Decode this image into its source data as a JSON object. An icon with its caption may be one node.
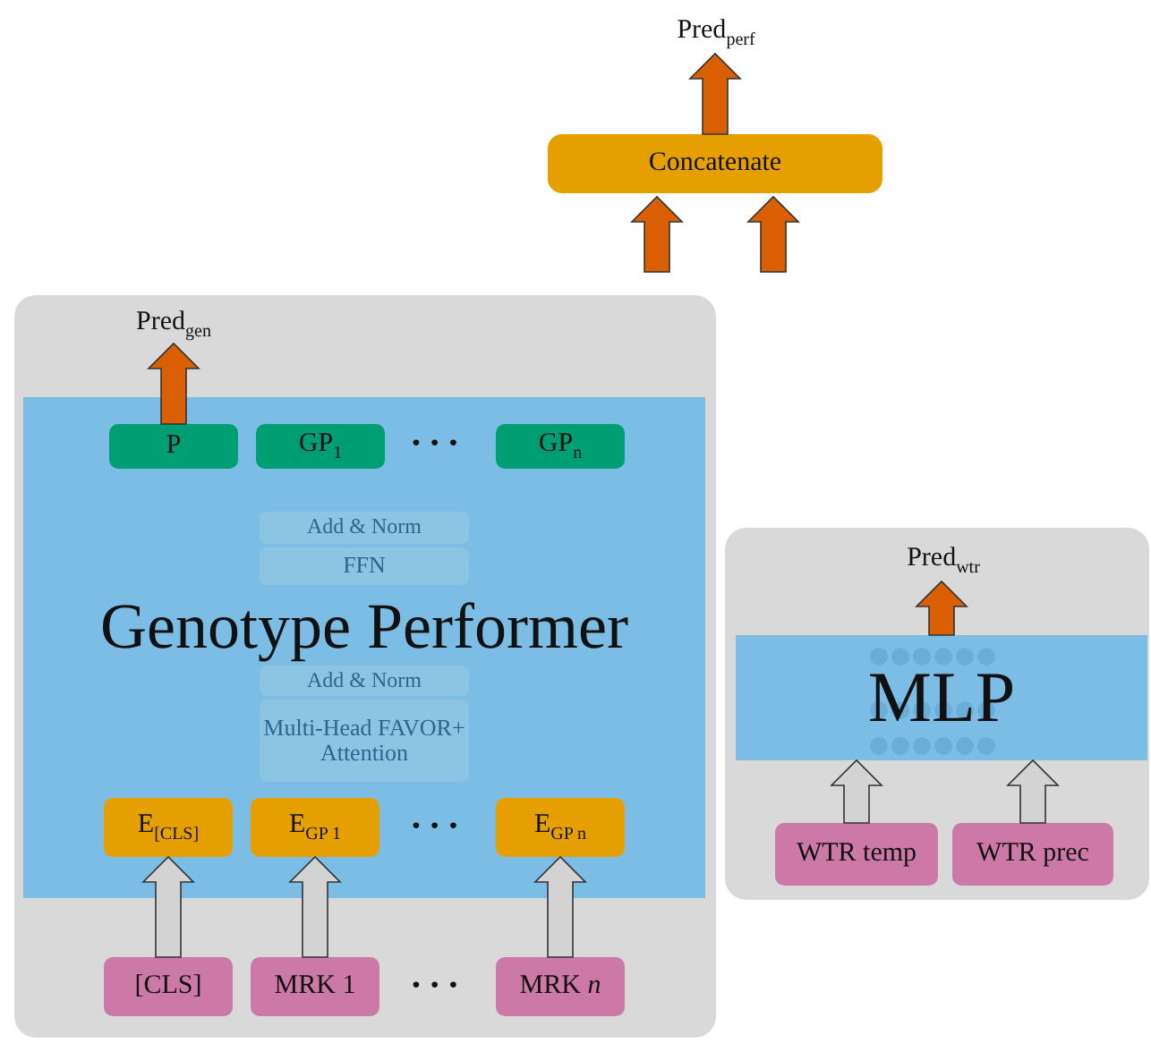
{
  "diagram": {
    "nodes": [
      {
        "text": [
          "Pred$_{perf}$"
        ]
      },
      {
        "text": [
          "Concatenate"
        ]
      },
      {
        "text": [],
        "shape": "box"
      },
      {
        "text": [
          "Pred$_{gen}$"
        ],
        "in": 2
      },
      {
        "text": [
          "Genotype Performer"
        ],
        "in": 2
      },
      {
        "text": [
          "P"
        ],
        "in": 4
      },
      {
        "text": [
          "GP$_{1}$"
        ],
        "in": 4
      },
      {
        "text": [
          "GP$_{n}$"
        ],
        "in": 4
      },
      {
        "text": [
          "Add & Norm"
        ],
        "in": 4
      },
      {
        "text": [
          "FFN"
        ],
        "in": 4
      },
      {
        "text": [
          "Add & Norm"
        ],
        "in": 4
      },
      {
        "text": [
          "Multi-Head FAVOR+ Attention"
        ],
        "in": 4
      },
      {
        "text": [
          "E$_{[CLS]}$"
        ],
        "in": 4
      },
      {
        "text": [
          "E$_{GP 1}$"
        ],
        "in": 4
      },
      {
        "text": [
          "E$_{GP n}$"
        ],
        "in": 4
      },
      {
        "text": [
          "[CLS]"
        ],
        "in": 2
      },
      {
        "text": [
          "MRK 1"
        ],
        "in": 2
      },
      {
        "text": [
          "MRK *n*"
        ],
        "in": 2
      },
      {
        "text": [],
        "shape": "box"
      },
      {
        "text": [
          "Pred$_{wtr}$"
        ],
        "in": 18
      },
      {
        "text": [
          "MLP"
        ],
        "in": 18
      },
      {
        "text": [
          "WTR temp"
        ],
        "in": 18
      },
      {
        "text": [
          "WTR prec"
        ],
        "in": 18
      }
    ],
    "edges": [
      {
        "from": 1,
        "to": 0,
        "arrow": "to",
        "color": "#d95f02"
      },
      {
        "from": null,
        "to": 1,
        "arrow": "to",
        "color": "#d95f02"
      },
      {
        "from": null,
        "to": 1,
        "arrow": "to",
        "color": "#d95f02"
      },
      {
        "from": 5,
        "to": 3,
        "arrow": "to",
        "color": "#d95f02"
      },
      {
        "from": 15,
        "to": 12,
        "arrow": "to"
      },
      {
        "from": 16,
        "to": 13,
        "arrow": "to"
      },
      {
        "from": 17,
        "to": 14,
        "arrow": "to"
      },
      {
        "from": 20,
        "to": 19,
        "arrow": "to",
        "color": "#d95f02"
      },
      {
        "from": 21,
        "to": 20,
        "arrow": "to"
      },
      {
        "from": 22,
        "to": 20,
        "arrow": "to"
      }
    ],
    "labels": [
      "• • •",
      "• • •",
      "• • •"
    ]
  }
}
